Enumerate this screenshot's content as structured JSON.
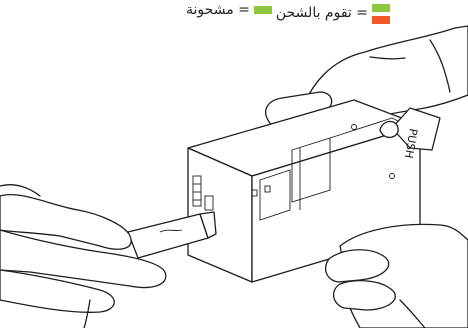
{
  "legend": {
    "charging_label": "= تقوم بالشحن",
    "charged_label": "= مشحونة",
    "colors": {
      "green": "#8dc63f",
      "orange": "#f05a28"
    }
  },
  "device": {
    "push_label": "PUSH"
  }
}
